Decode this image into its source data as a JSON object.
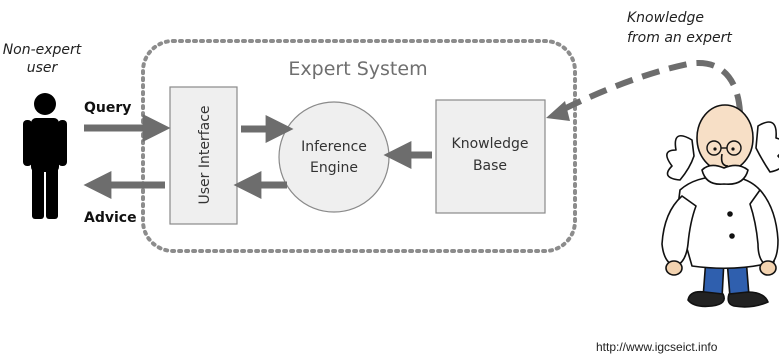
{
  "diagram": {
    "system_title": "Expert System",
    "user_label_line1": "Non-expert",
    "user_label_line2": "user",
    "query_label": "Query",
    "advice_label": "Advice",
    "user_interface_label": "User Interface",
    "inference_label_line1": "Inference",
    "inference_label_line2": "Engine",
    "kb_label_line1": "Knowledge",
    "kb_label_line2": "Base",
    "expert_label_line1": "Knowledge",
    "expert_label_line2": "from an expert",
    "credit": "http://www.igcseict.info"
  },
  "colors": {
    "arrow_gray": "#6d6d6d",
    "box_fill": "#efefef",
    "box_stroke": "#8a8a8a",
    "dotted_border": "#8c8c8c",
    "title_text": "#6f6f6f",
    "person": "#000000"
  },
  "icons": [
    "person-icon",
    "expert-cartoon-icon"
  ]
}
